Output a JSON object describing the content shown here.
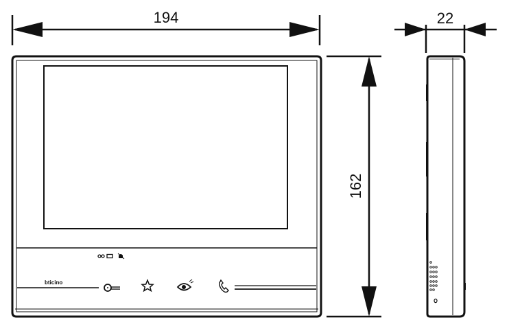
{
  "dimensions": {
    "width": "194",
    "height": "162",
    "depth": "22"
  },
  "device": {
    "brand_logo": "bticino",
    "buttons": [
      {
        "icon": "door-lock-key-icon"
      },
      {
        "icon": "star-icon"
      },
      {
        "icon": "eye-icon"
      },
      {
        "icon": "phone-handset-icon"
      }
    ],
    "status_icons": [
      "voicemail-icon",
      "message-icon",
      "mute-icon"
    ]
  },
  "colors": {
    "line": "#111111",
    "background": "#ffffff"
  }
}
